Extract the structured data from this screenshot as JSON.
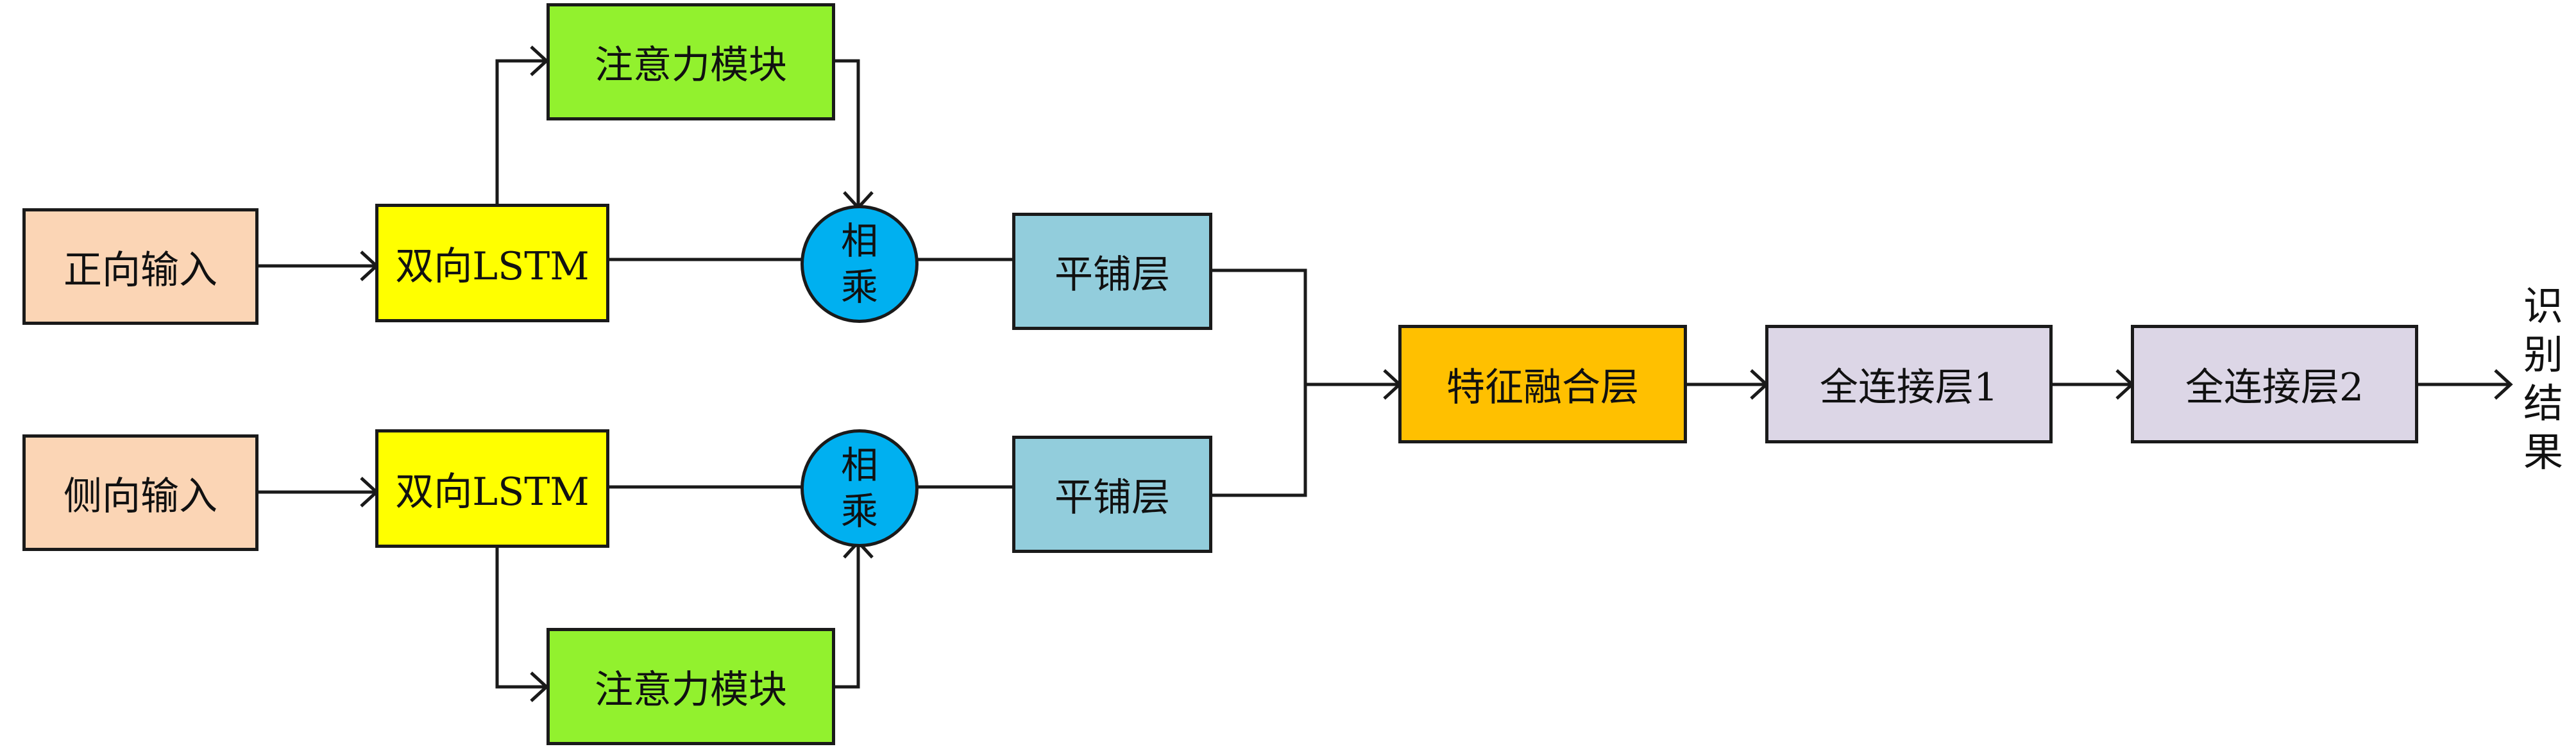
{
  "diagram": {
    "inputs": {
      "front": "正向输入",
      "side": "侧向输入"
    },
    "lstm": {
      "top": "双向LSTM",
      "bottom": "双向LSTM"
    },
    "attention": {
      "top": "注意力模块",
      "bottom": "注意力模块"
    },
    "multiply": {
      "top": {
        "line1": "相",
        "line2": "乘"
      },
      "bottom": {
        "line1": "相",
        "line2": "乘"
      }
    },
    "flatten": {
      "top": "平铺层",
      "bottom": "平铺层"
    },
    "fusion": "特征融合层",
    "fc1": "全连接层1",
    "fc2": "全连接层2",
    "output": {
      "c1": "识",
      "c2": "别",
      "c3": "结",
      "c4": "果"
    },
    "colors": {
      "input": "#fbd5b5",
      "lstm": "#ffff00",
      "attention": "#92f12e",
      "multiply": "#00b0f0",
      "flatten": "#92cddc",
      "fusion": "#ffc000",
      "fc": "#dcd6e6",
      "line": "#1a1a1a"
    }
  }
}
